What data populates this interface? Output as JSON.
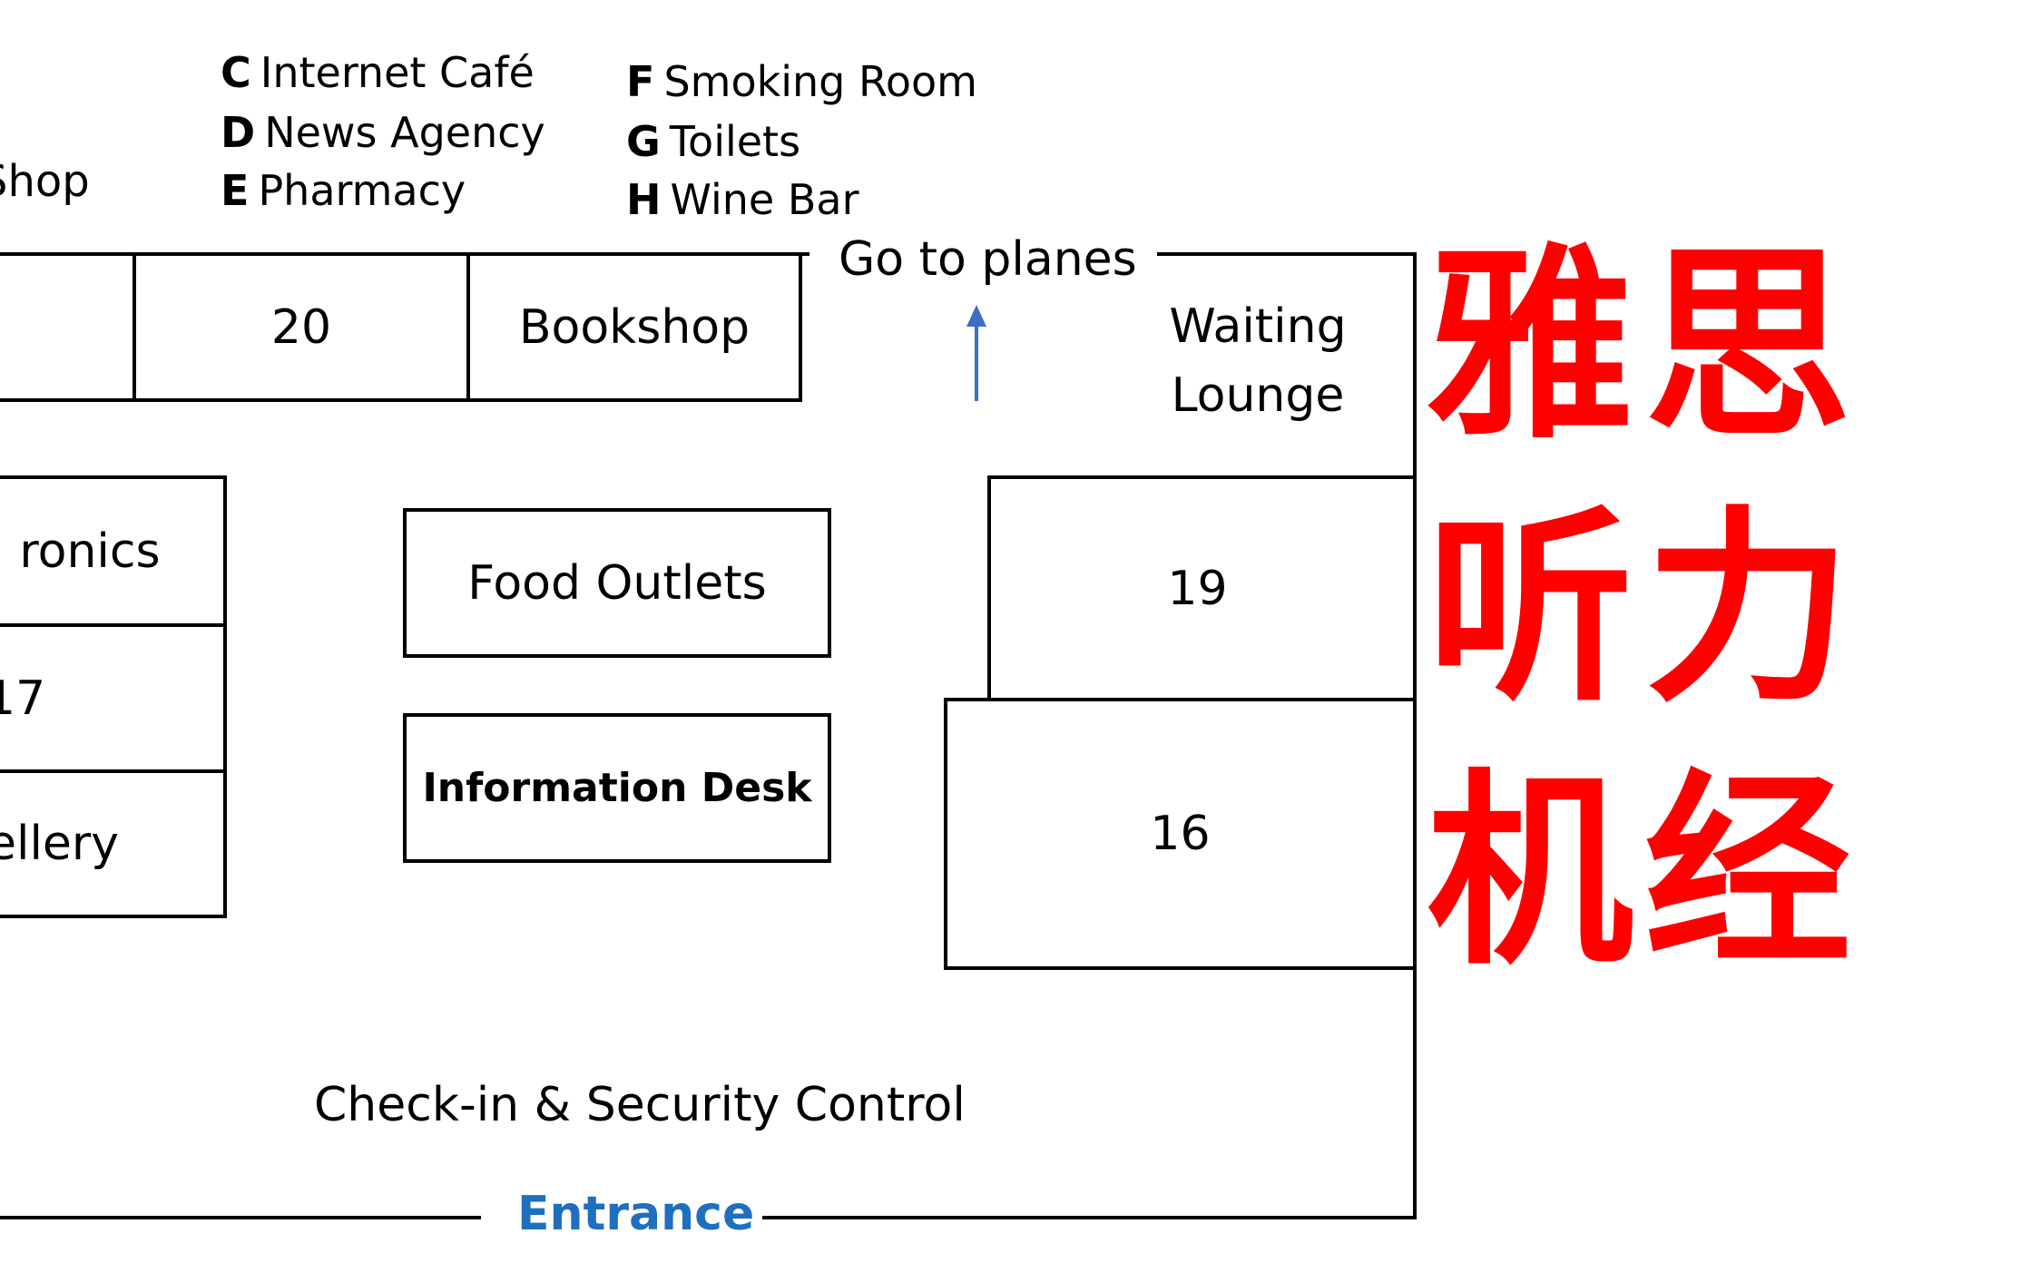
{
  "legend": [
    {
      "letter": "C",
      "text": "Internet Café"
    },
    {
      "letter": "D",
      "text": "News Agency"
    },
    {
      "letter": "E",
      "text": "Pharmacy"
    },
    {
      "letter": "F",
      "text": "Smoking Room"
    },
    {
      "letter": "G",
      "text": "Toilets"
    },
    {
      "letter": "H",
      "text": "Wine Bar"
    }
  ],
  "partial_shop_label": "Shop",
  "top_row": {
    "box_20": "20",
    "bookshop": "Bookshop"
  },
  "go_to_planes": "Go to planes",
  "waiting_lounge": {
    "line1": "Waiting",
    "line2": "Lounge"
  },
  "left_column": {
    "electronics_partial": "ronics",
    "box_17_partial": "17",
    "jewellery_partial": "ellery"
  },
  "center": {
    "food_outlets": "Food Outlets",
    "information_desk": "Information Desk"
  },
  "right_column": {
    "box_19": "19",
    "box_16": "16"
  },
  "checkin": "Check-in & Security Control",
  "entrance": "Entrance",
  "watermark": {
    "line1": "雅思",
    "line2": "听力",
    "line3": "机经"
  },
  "colors": {
    "entrance": "#1f6fbf",
    "arrow": "#3a6fc4",
    "watermark": "#ff0000"
  }
}
